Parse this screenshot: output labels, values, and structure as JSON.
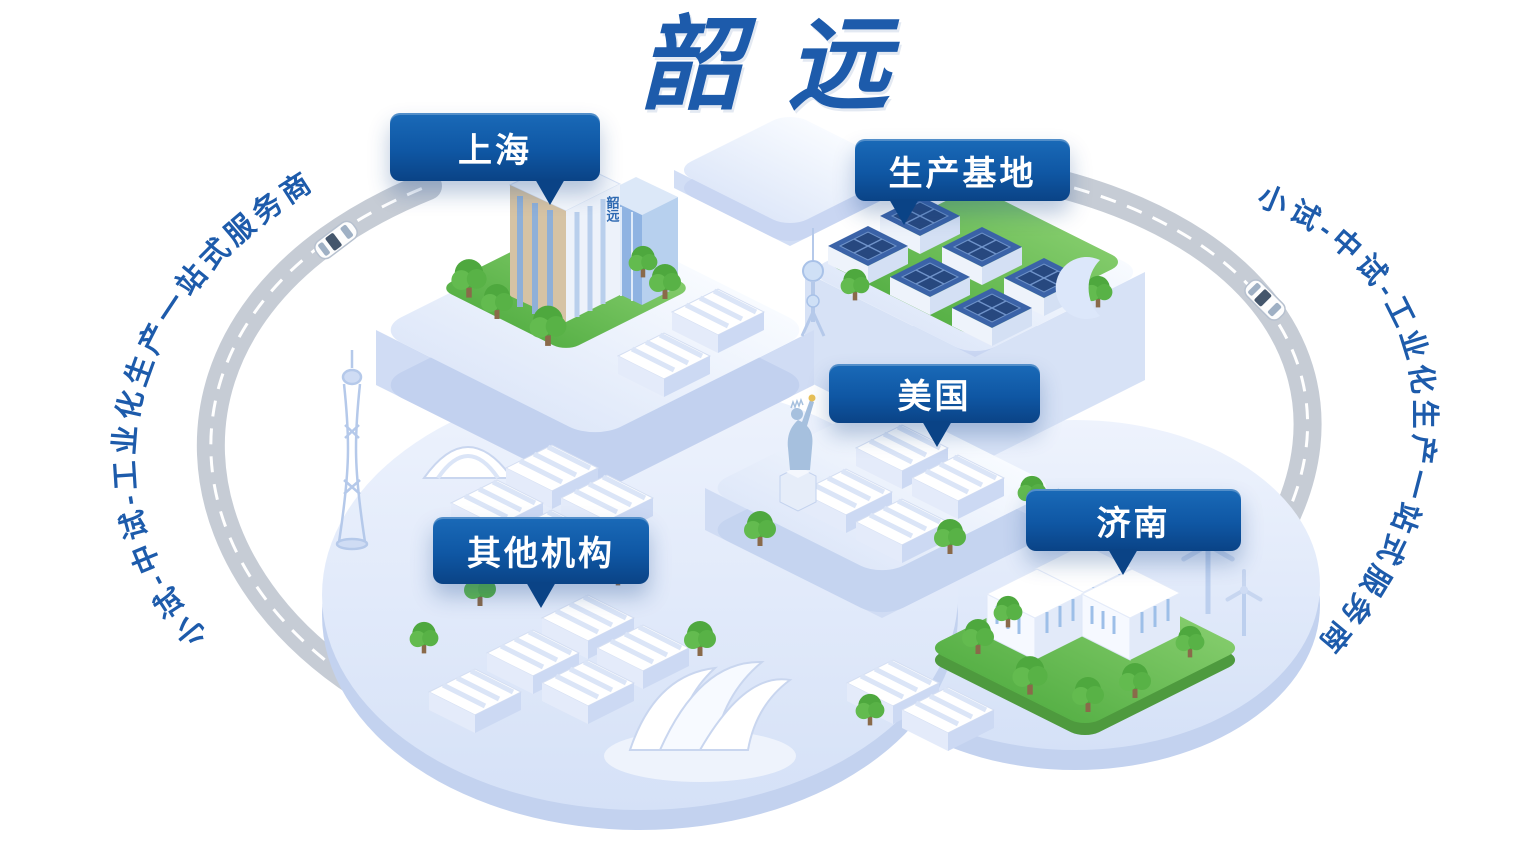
{
  "title": "韶远",
  "building_sign": "韶远",
  "callouts": [
    {
      "id": "shanghai",
      "label": "上海"
    },
    {
      "id": "production-base",
      "label": "生产基地"
    },
    {
      "id": "usa",
      "label": "美国"
    },
    {
      "id": "jinan",
      "label": "济南"
    },
    {
      "id": "other-institutions",
      "label": "其他机构"
    }
  ],
  "arc_text": {
    "left": "小试-中试-工业化生产一站式服务商",
    "right": "小试-中试-工业化生产一站式服务商"
  },
  "colors": {
    "brand_blue": "#1d5bab",
    "callout_blue": "#0f57a4",
    "scene_blue_light": "#dde8fa",
    "lawn_green": "#63b94e",
    "road_gray": "#c6ccd5"
  },
  "scene": {
    "landmark_icons": [
      "tv-tower-icon",
      "hangar-icon",
      "opera-house-icon",
      "oriental-pearl-tower-icon",
      "statue-of-liberty-icon",
      "wind-turbine-icon",
      "moon-icon",
      "car-icon",
      "warehouse-icon",
      "factory-icon",
      "tree-icon"
    ]
  }
}
